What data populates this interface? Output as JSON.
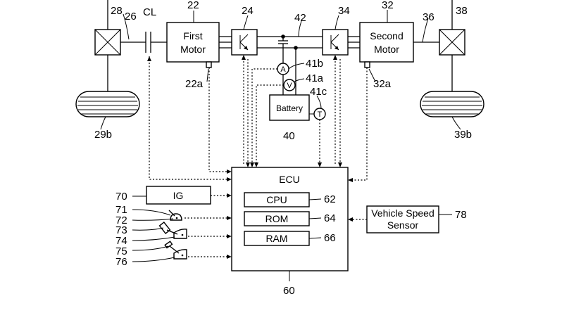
{
  "labels": {
    "ref_28": "28",
    "ref_26": "26",
    "ref_cl": "CL",
    "ref_22": "22",
    "ref_24": "24",
    "ref_42": "42",
    "ref_34": "34",
    "ref_32": "32",
    "ref_36": "36",
    "ref_38": "38",
    "ref_22a": "22a",
    "ref_41b": "41b",
    "ref_41a": "41a",
    "ref_41c": "41c",
    "ref_32a": "32a",
    "ref_29b": "29b",
    "ref_39b": "39b",
    "ref_40": "40",
    "ref_70": "70",
    "ref_71": "71",
    "ref_72": "72",
    "ref_73": "73",
    "ref_74": "74",
    "ref_75": "75",
    "ref_76": "76",
    "ref_62": "62",
    "ref_64": "64",
    "ref_66": "66",
    "ref_78": "78",
    "ref_60": "60"
  },
  "boxes": {
    "first_motor_line1": "First",
    "first_motor_line2": "Motor",
    "second_motor_line1": "Second",
    "second_motor_line2": "Motor",
    "battery": "Battery",
    "ecu": "ECU",
    "cpu": "CPU",
    "rom": "ROM",
    "ram": "RAM",
    "ig": "IG",
    "vehicle_speed_line1": "Vehicle Speed",
    "vehicle_speed_line2": "Sensor"
  },
  "meters": {
    "ammeter": "A",
    "voltmeter": "V",
    "thermometer": "T"
  }
}
